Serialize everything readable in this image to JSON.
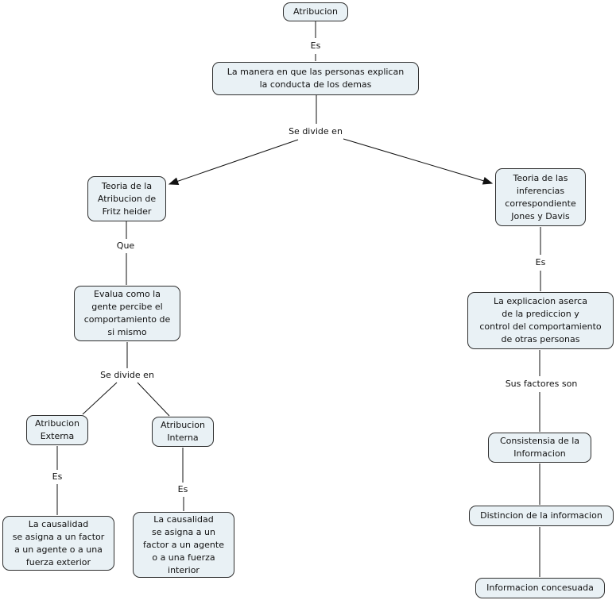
{
  "diagram": {
    "type": "concept-map",
    "topic": "Atribucion"
  },
  "colors": {
    "background": "#ffffff",
    "node_fill": "#e9f1f5",
    "node_border": "#2f2f2f",
    "connector": "#111111",
    "text": "#111111"
  },
  "nodes": {
    "atribucion": {
      "text": "Atribucion"
    },
    "manera": {
      "text": "La manera en que las personas explican\nla conducta de los demas"
    },
    "teoria_heider": {
      "text": "Teoria de la\nAtribucion de\nFritz heider"
    },
    "teoria_jones": {
      "text": "Teoria de las\ninferencias\ncorrespondiente\nJones y Davis"
    },
    "evalua": {
      "text": "Evalua como la\ngente percibe el\ncomportamiento de\nsi mismo"
    },
    "externa": {
      "text": "Atribucion\nExterna"
    },
    "interna": {
      "text": "Atribucion\nInterna"
    },
    "causalidad_exterior": {
      "text": "La causalidad\nse asigna a un factor\na un agente o a una\nfuerza exterior"
    },
    "causalidad_interior": {
      "text": "La causalidad\nse asigna a un\nfactor a un agente\no a una fuerza\ninterior"
    },
    "explicacion": {
      "text": "La explicacion aserca\nde la prediccion y\ncontrol del comportamiento\nde otras personas"
    },
    "consistensia": {
      "text": "Consistensia de la\nInformacion"
    },
    "distincion": {
      "text": "Distincion de la informacion"
    },
    "informacion": {
      "text": "Informacion concesuada"
    }
  },
  "labels": {
    "es_top": {
      "text": "Es"
    },
    "se_divide_1": {
      "text": "Se divide en"
    },
    "que": {
      "text": "Que"
    },
    "se_divide_2": {
      "text": "Se divide en"
    },
    "es_externa": {
      "text": "Es"
    },
    "es_interna": {
      "text": "Es"
    },
    "es_jones": {
      "text": "Es"
    },
    "sus_factores": {
      "text": "Sus factores son"
    }
  },
  "edges": [
    {
      "from": "atribucion",
      "label": "Es",
      "to": "manera",
      "arrow": false
    },
    {
      "from": "manera",
      "label": "Se divide en",
      "to": "teoria_heider",
      "arrow": true
    },
    {
      "from": "manera",
      "label": "Se divide en",
      "to": "teoria_jones",
      "arrow": true
    },
    {
      "from": "teoria_heider",
      "label": "Que",
      "to": "evalua",
      "arrow": false
    },
    {
      "from": "evalua",
      "label": "Se divide en",
      "to": "externa",
      "arrow": false
    },
    {
      "from": "evalua",
      "label": "Se divide en",
      "to": "interna",
      "arrow": false
    },
    {
      "from": "externa",
      "label": "Es",
      "to": "causalidad_exterior",
      "arrow": false
    },
    {
      "from": "interna",
      "label": "Es",
      "to": "causalidad_interior",
      "arrow": false
    },
    {
      "from": "teoria_jones",
      "label": "Es",
      "to": "explicacion",
      "arrow": false
    },
    {
      "from": "explicacion",
      "label": "Sus factores son",
      "to": "consistensia",
      "arrow": false
    },
    {
      "from": "consistensia",
      "label": "",
      "to": "distincion",
      "arrow": false
    },
    {
      "from": "distincion",
      "label": "",
      "to": "informacion",
      "arrow": false
    }
  ]
}
